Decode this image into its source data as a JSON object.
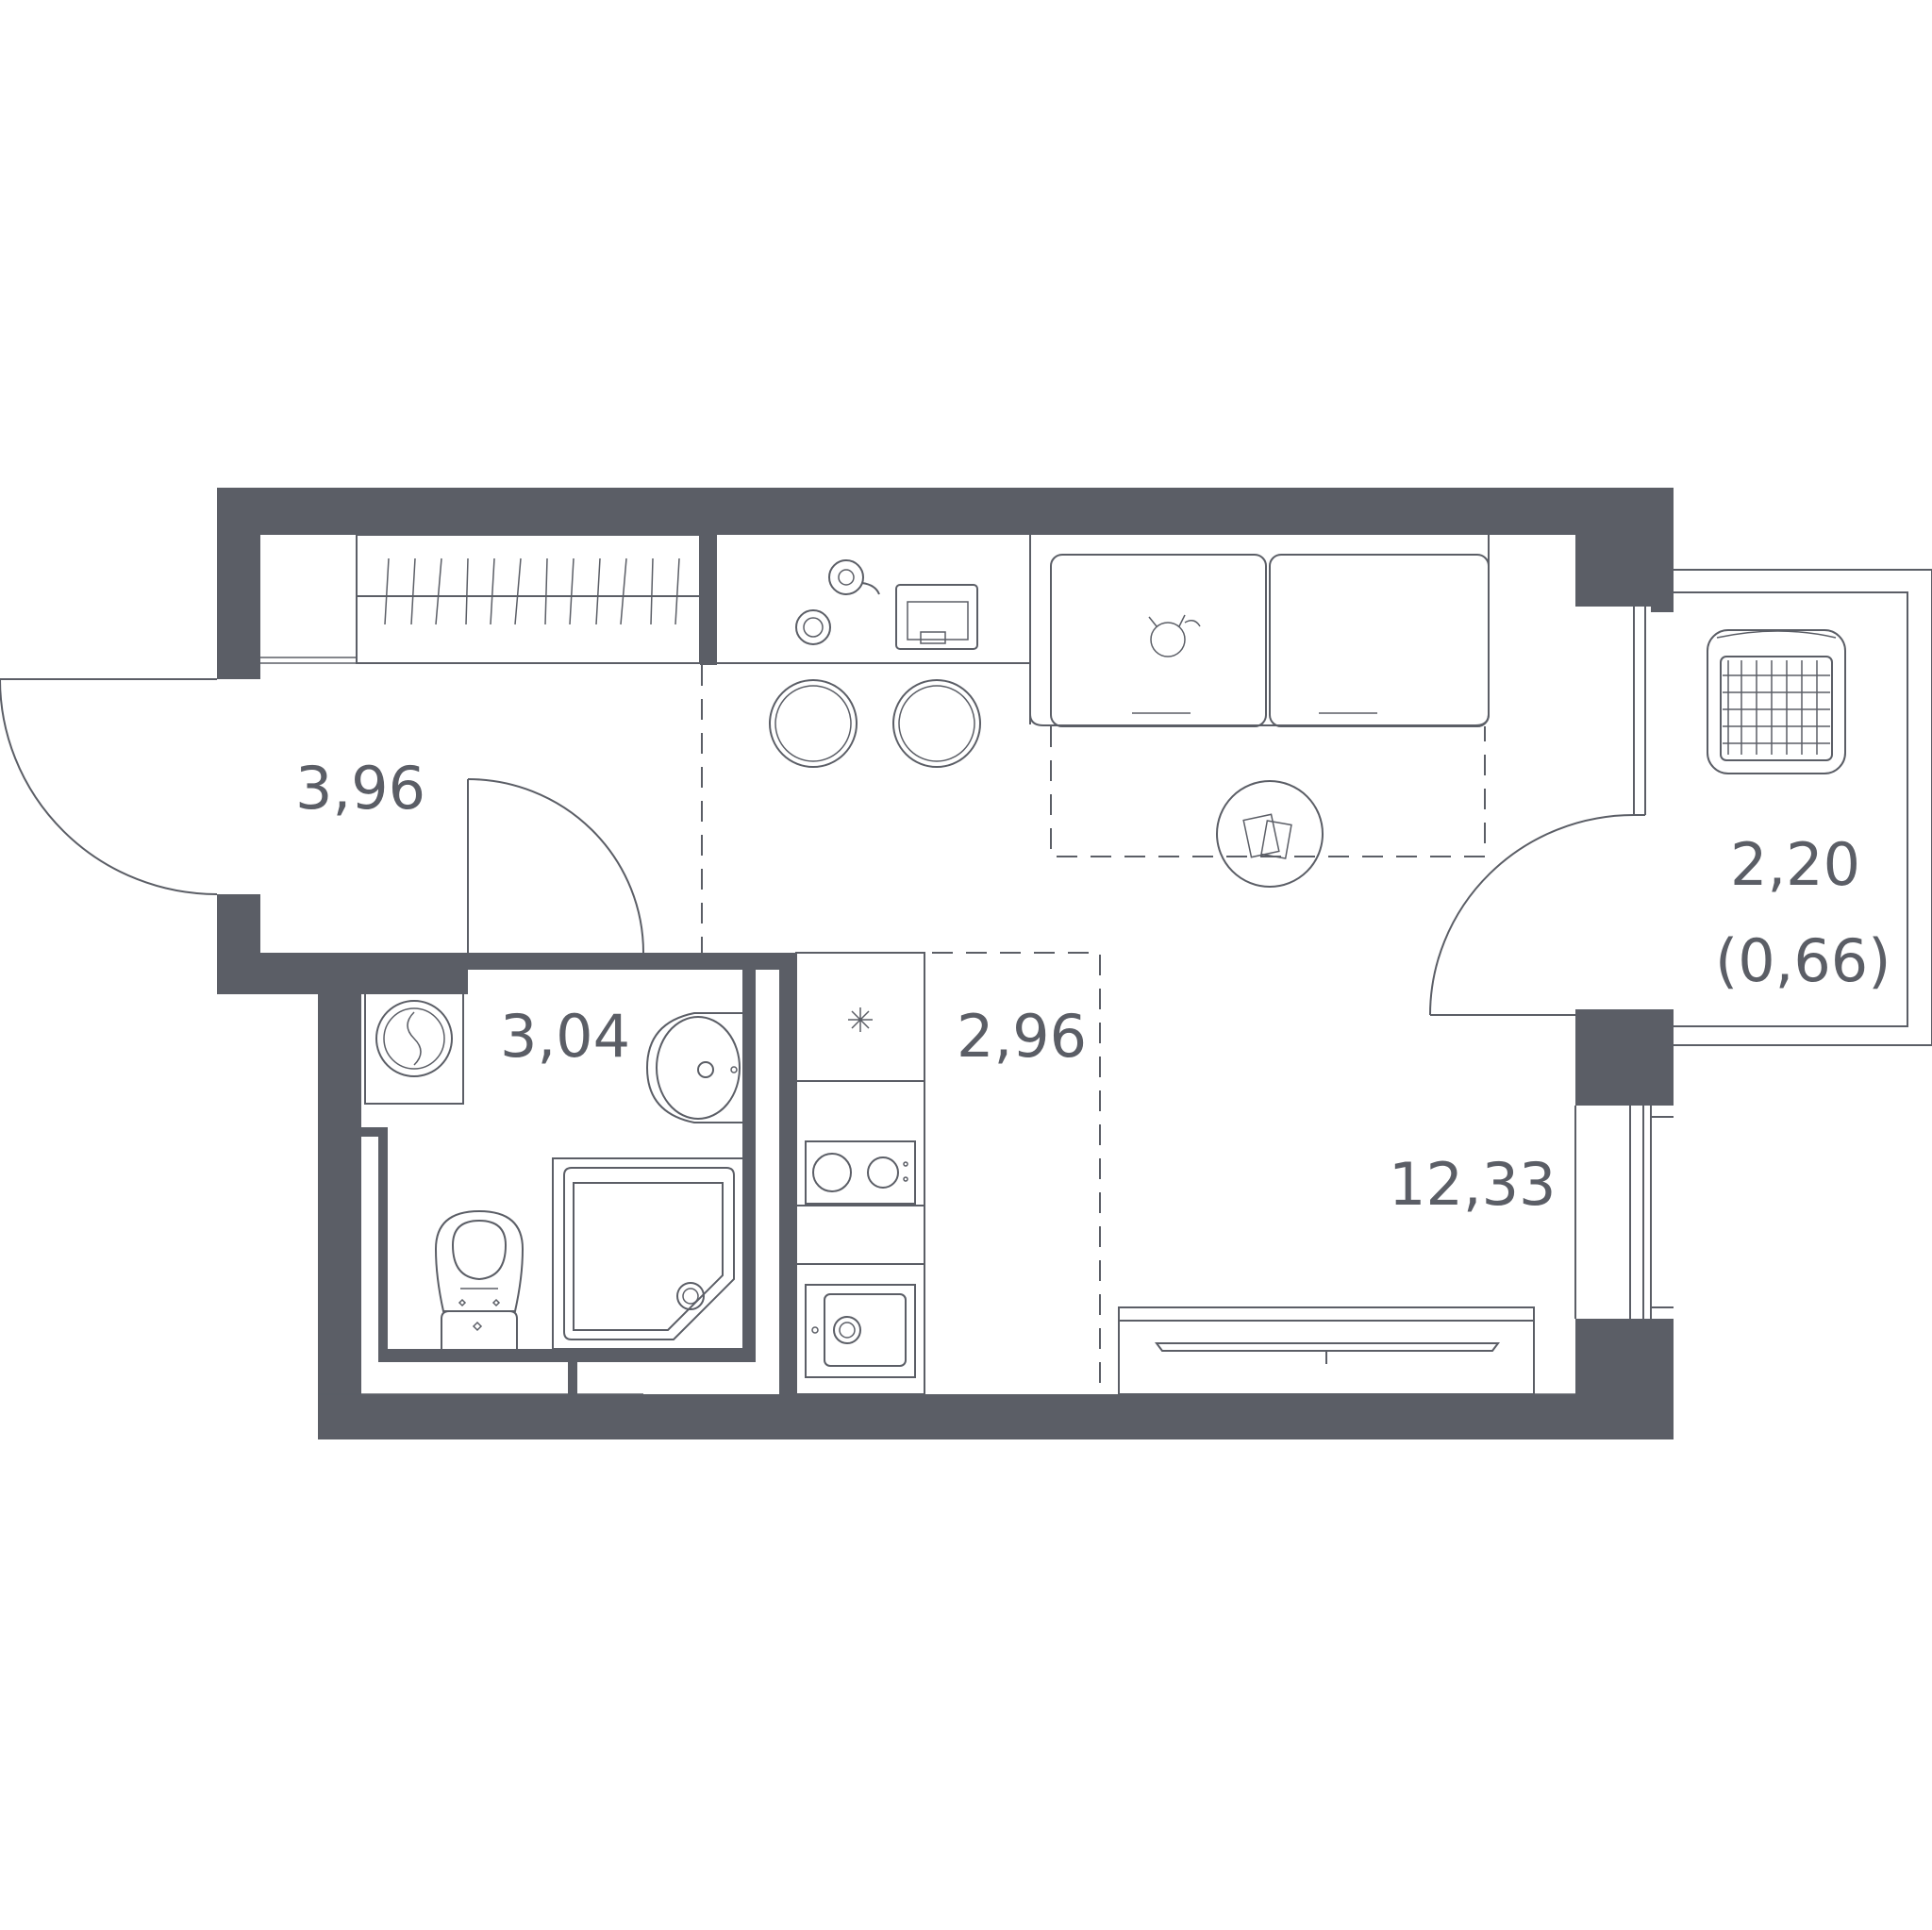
{
  "colors": {
    "wall": "#5b5e66",
    "background": "#ffffff"
  },
  "rooms": {
    "hall": {
      "area": "3,96"
    },
    "bathroom": {
      "area": "3,04"
    },
    "kitchen": {
      "area": "2,96"
    },
    "living": {
      "area": "12,33"
    },
    "balcony": {
      "area": "2,20",
      "reduced_area": "(0,66)"
    }
  }
}
